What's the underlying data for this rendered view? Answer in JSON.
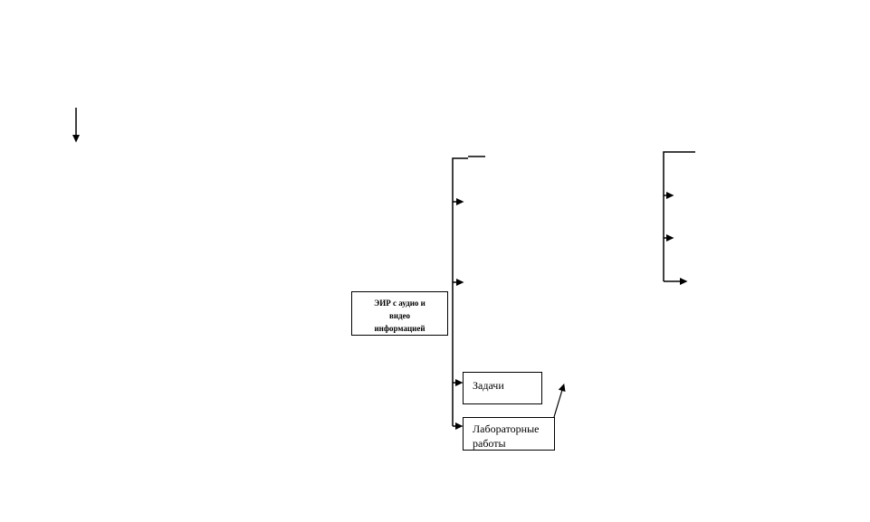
{
  "canvas": {
    "background": "#ffffff",
    "line_color": "#000000"
  },
  "boxes": {
    "eir": {
      "lines": [
        "ЭИР с аудио и",
        "видео",
        "информацией"
      ]
    },
    "tasks": {
      "label": "Задачи"
    },
    "labs": {
      "lines": [
        "Лабораторные",
        "работы"
      ]
    }
  }
}
